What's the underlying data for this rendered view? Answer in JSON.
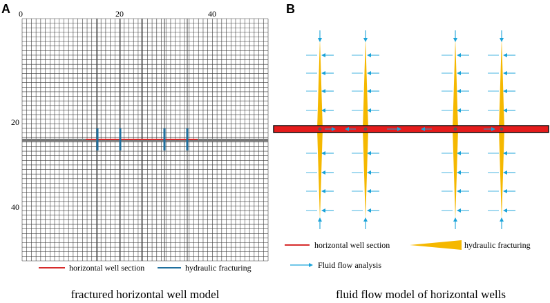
{
  "panel_a": {
    "letter": "A",
    "top_ticks": [
      "0",
      "20",
      "40"
    ],
    "left_ticks": [
      "20",
      "40"
    ],
    "legend": {
      "well_label": "horizontal well section",
      "frac_label": "hydraulic fracturing"
    },
    "caption": "fractured horizontal well model",
    "colors": {
      "grid": "#3a3a3a",
      "well_band": "#7a7a7a",
      "well": "#d62b2b",
      "frac": "#1f6f9e"
    }
  },
  "panel_b": {
    "letter": "B",
    "legend": {
      "well_label": "horizontal well section",
      "frac_label": "hydraulic fracturing",
      "flow_label": "Fluid flow analysis"
    },
    "caption": "fluid flow model of horizontal wells",
    "colors": {
      "well_fill": "#e51c1c",
      "well_stroke": "#111111",
      "frac": "#f5b800",
      "flow": "#1aa3d9"
    }
  }
}
